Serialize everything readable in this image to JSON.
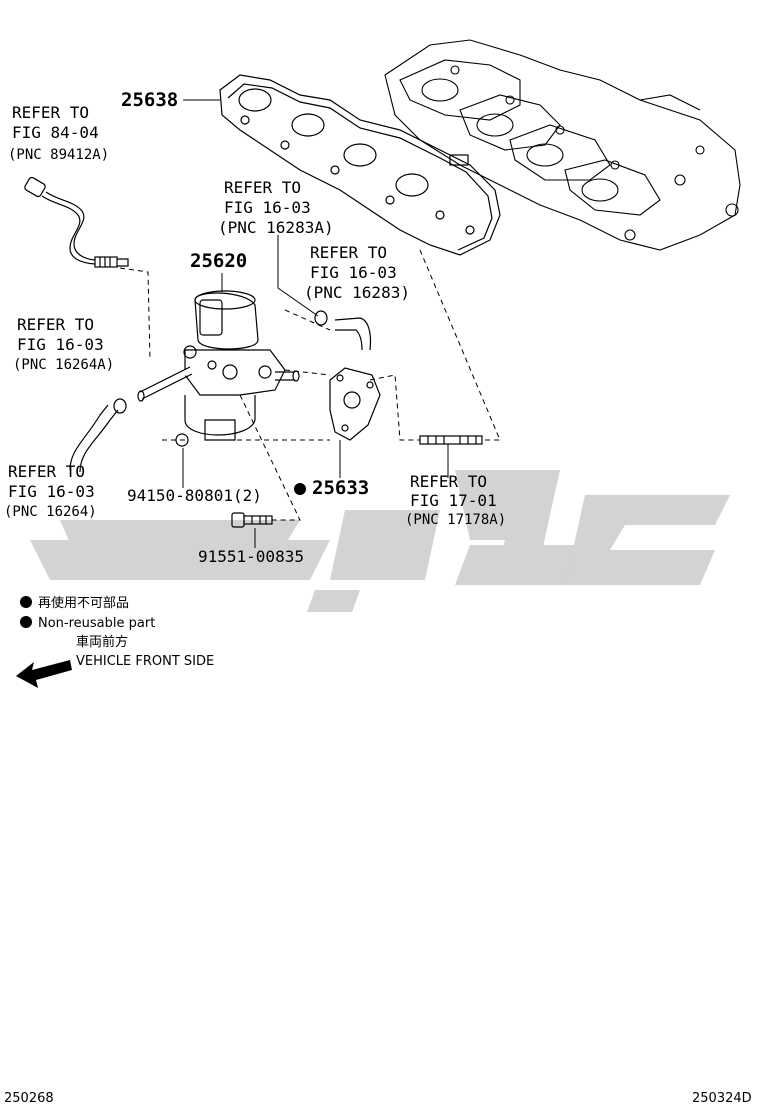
{
  "parts": {
    "manifold": "25638",
    "valve": "25620",
    "gasket": "25633",
    "nut": "94150-80801(2)",
    "bolt": "91551-00835"
  },
  "references": {
    "ref1": [
      "REFER TO",
      "FIG 84-04",
      "(PNC 89412A)"
    ],
    "ref2": [
      "REFER TO",
      "FIG 16-03",
      "(PNC 16283A)"
    ],
    "ref3": [
      "REFER TO",
      "FIG 16-03",
      "(PNC 16283)"
    ],
    "ref4": [
      "REFER TO",
      "FIG 16-03",
      "(PNC 16264A)"
    ],
    "ref5": [
      "REFER TO",
      "FIG 16-03",
      "(PNC 16264)"
    ],
    "ref6": [
      "REFER TO",
      "FIG 17-01",
      "(PNC 17178A)"
    ]
  },
  "legend": {
    "non_reusable_jp": "再使用不可部品",
    "non_reusable_en": "Non-reusable part",
    "front_jp": "車両前方",
    "front_en": "VEHICLE FRONT SIDE"
  },
  "footer": {
    "left_code": "250268",
    "right_code": "250324D"
  },
  "colors": {
    "watermark": "#d3d3d3",
    "line": "#000000"
  }
}
